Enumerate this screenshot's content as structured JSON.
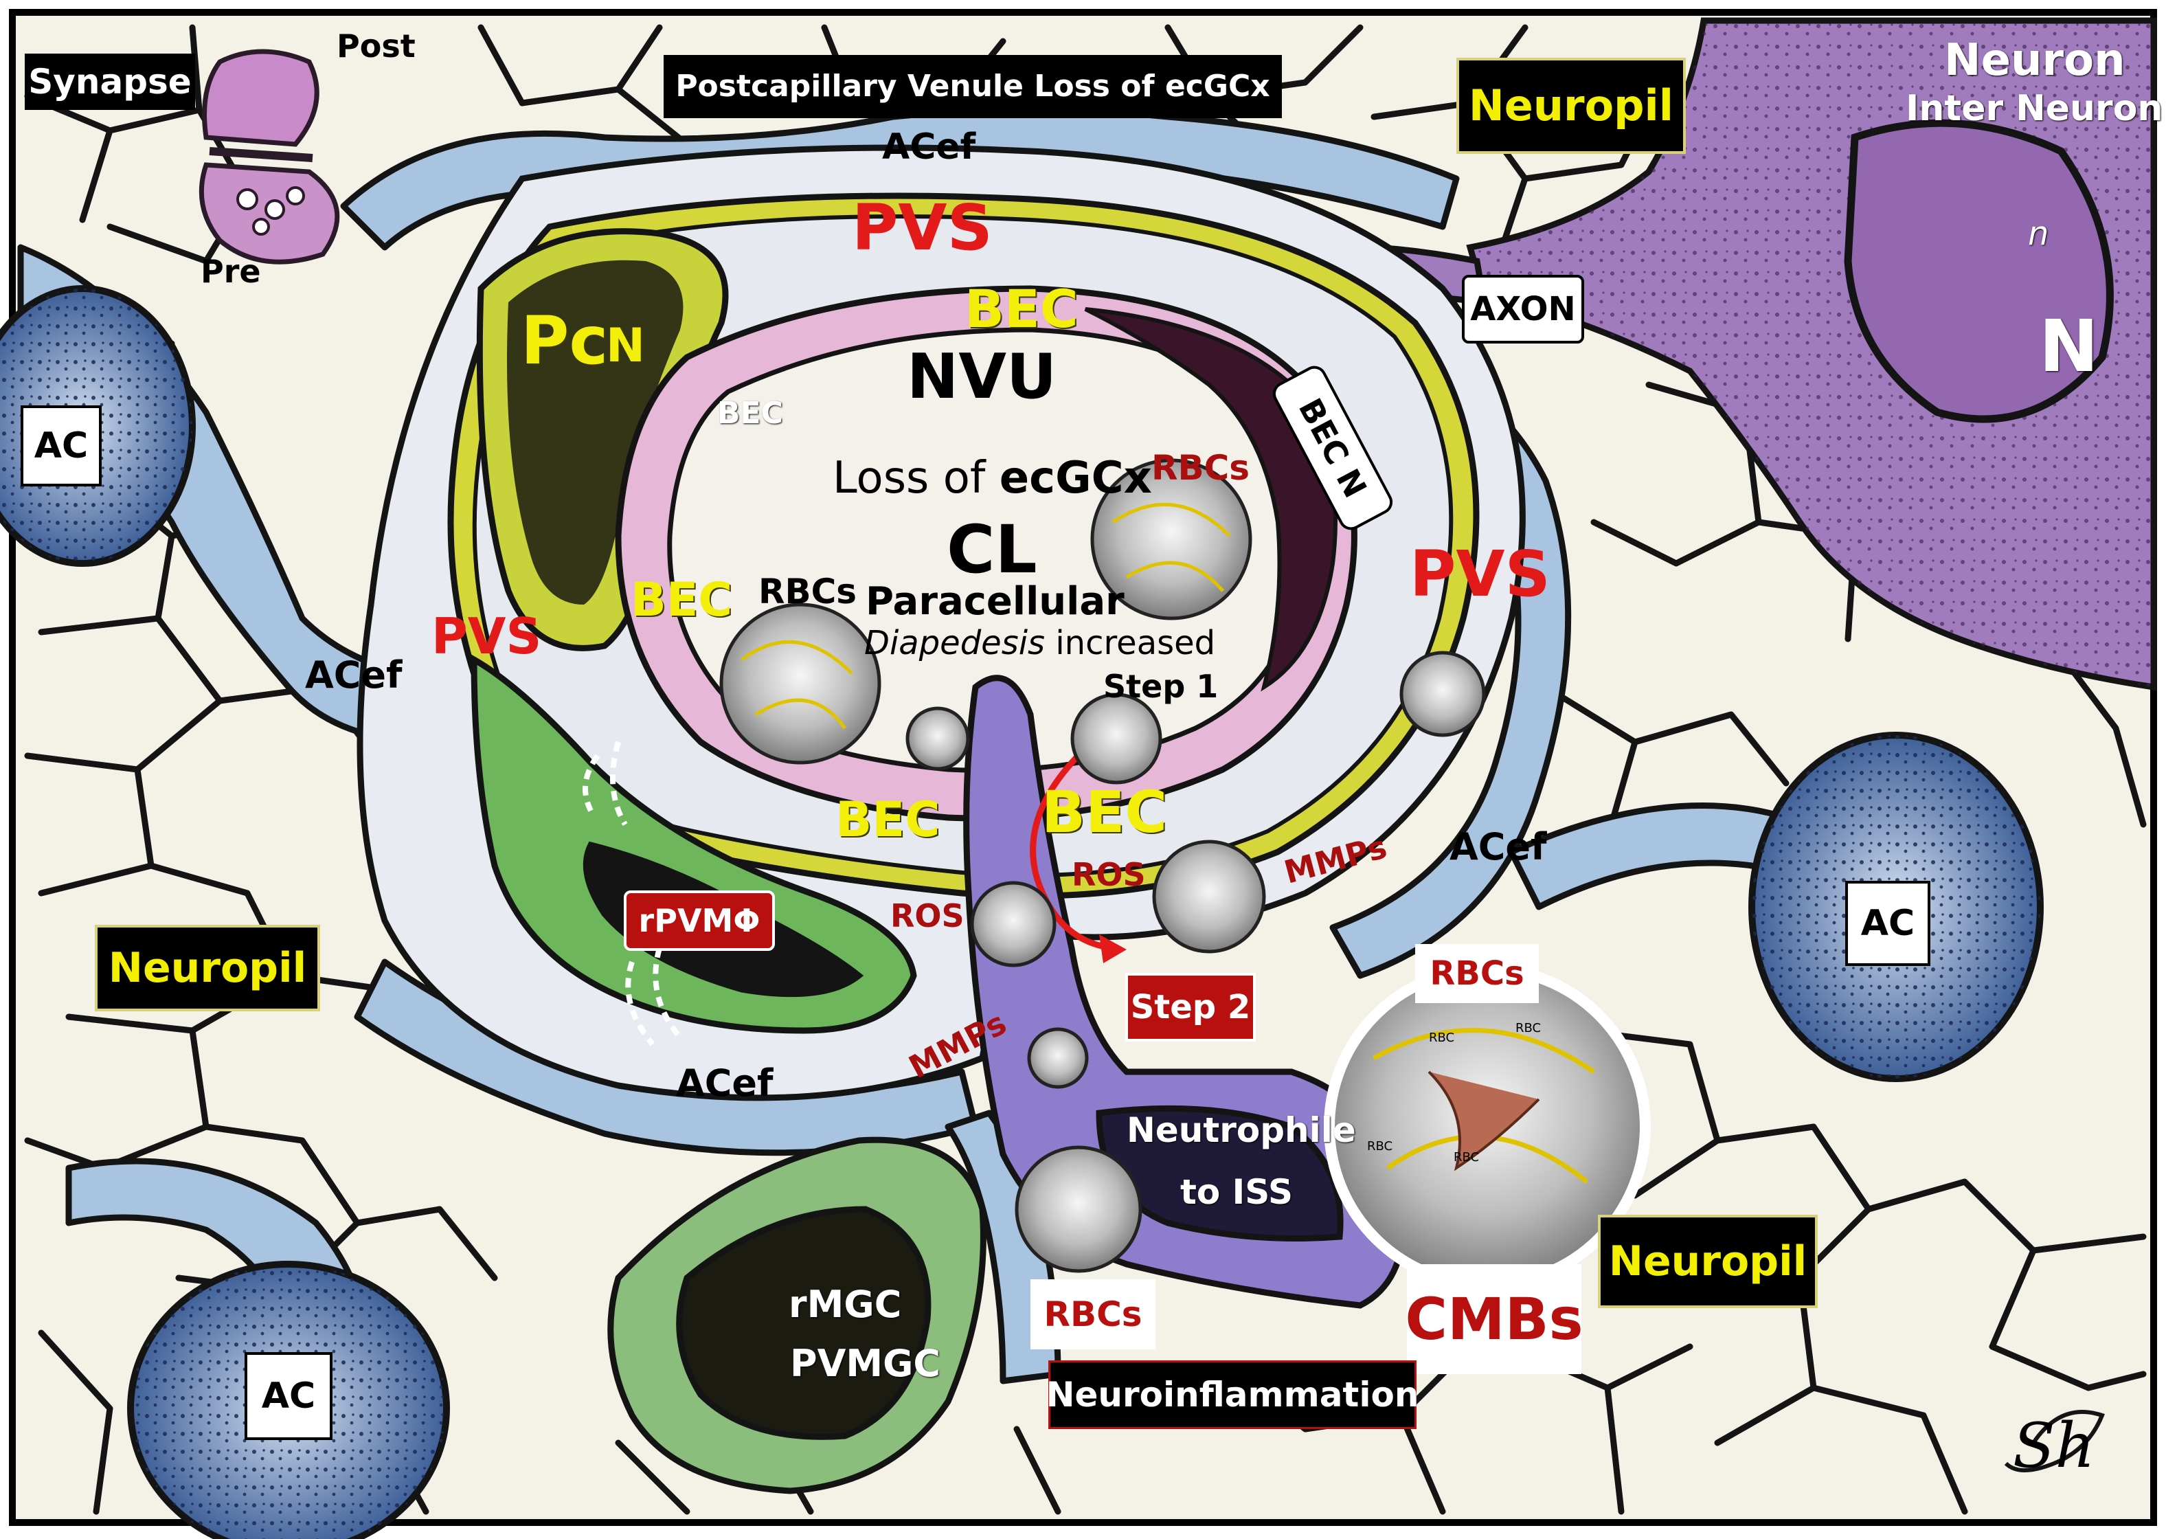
{
  "labels": {
    "synapse": "Synapse",
    "post": "Post",
    "pre": "Pre",
    "title": "Postcapillary Venule Loss of ecGCx",
    "acef": "ACef",
    "neuropil": "Neuropil",
    "neuron": "Neuron",
    "inter_neuron": "Inter Neuron",
    "n_small": "n",
    "n_big": "N",
    "pvs": "PVS",
    "pc": "Pc",
    "pc_n": "N",
    "bec": "BEC",
    "nvu": "NVU",
    "axon": "AXON",
    "ac": "AC",
    "bec_n": "BEC N",
    "loss_of": "Loss of",
    "ecgcx": "ecGCx",
    "cl": "CL",
    "paracellular": "Paracellular",
    "diapedesis": "Diapedesis",
    "increased": "increased",
    "rbcs": "RBCs",
    "step1": "Step 1",
    "step2": "Step 2",
    "ros": "ROS",
    "mmps": "MMPs",
    "rpvm": "rPVMΦ",
    "neutrophile": "Neutrophile",
    "to_iss": "to ISS",
    "rmgc": "rMGC",
    "pvmgc": "PVMGC",
    "cmbs": "CMBs",
    "neuroinflammation": "Neuroinflammation",
    "signature": "Sh",
    "rbc_small": "RBC"
  },
  "colors": {
    "background": "#f4f1e6",
    "cell_outline": "#141414",
    "astrocyte_blue": "#a9c4e0",
    "pericyte_yellow": "#d4d63a",
    "endothelium_pink": "#e6b7d6",
    "lumen": "#f3f1ea",
    "neuron_purple": "#a07bbd",
    "macrophage_green": "#6db65b",
    "microglia_green": "#8bbd7d",
    "neutrophil_violet": "#8e7ccc",
    "label_red": "#e31a1a",
    "label_yellow": "#f3ef0a"
  }
}
